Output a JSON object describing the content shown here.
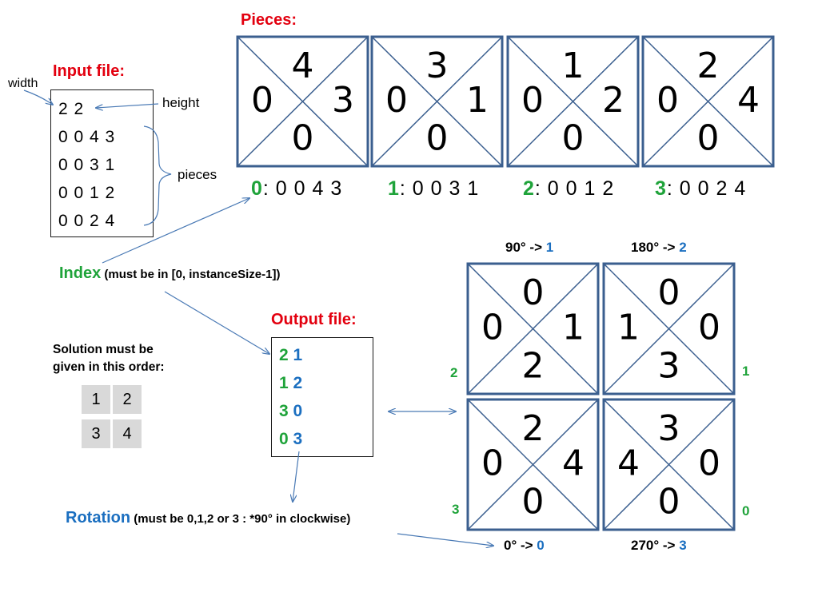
{
  "input_file": {
    "title": "Input file:",
    "lines": [
      "2 2",
      "0 0 4 3",
      "0 0 3 1",
      "0 0 1 2",
      "0 0 2 4"
    ],
    "width_label": "width",
    "height_label": "height",
    "pieces_label": "pieces"
  },
  "pieces": {
    "title": "Pieces:",
    "items": [
      {
        "top": "4",
        "left": "0",
        "right": "3",
        "bottom": "0",
        "index": "0",
        "values": ": 0 0 4 3"
      },
      {
        "top": "3",
        "left": "0",
        "right": "1",
        "bottom": "0",
        "index": "1",
        "values": ": 0 0 3 1"
      },
      {
        "top": "1",
        "left": "0",
        "right": "2",
        "bottom": "0",
        "index": "2",
        "values": ": 0 0 1 2"
      },
      {
        "top": "2",
        "left": "0",
        "right": "4",
        "bottom": "0",
        "index": "3",
        "values": ": 0 0 2 4"
      }
    ]
  },
  "index_note": {
    "label": "Index",
    "text": " (must be in [0, instanceSize-1])"
  },
  "solution_order": {
    "line1": "Solution must be",
    "line2": "given in this order:",
    "cells": [
      "1",
      "2",
      "3",
      "4"
    ]
  },
  "output_file": {
    "title": "Output file:",
    "rows": [
      {
        "index": "2",
        "rotation": "1"
      },
      {
        "index": "1",
        "rotation": "2"
      },
      {
        "index": "3",
        "rotation": "0"
      },
      {
        "index": "0",
        "rotation": "3"
      }
    ]
  },
  "rotation_note": {
    "label": "Rotation",
    "text": " (must be 0,1,2 or 3 : *90°  in clockwise)"
  },
  "solution_grid": [
    {
      "top": "0",
      "left": "0",
      "right": "1",
      "bottom": "2",
      "caption": "90° -> ",
      "caption_value": "1",
      "side": "2"
    },
    {
      "top": "0",
      "left": "1",
      "right": "0",
      "bottom": "3",
      "caption": "180° -> ",
      "caption_value": "2",
      "side": "1"
    },
    {
      "top": "2",
      "left": "0",
      "right": "4",
      "bottom": "0",
      "caption": "0° -> ",
      "caption_value": "0",
      "side": "3"
    },
    {
      "top": "3",
      "left": "4",
      "right": "0",
      "bottom": "0",
      "caption": "270° -> ",
      "caption_value": "3",
      "side": "0"
    }
  ],
  "colors": {
    "red": "#e3000f",
    "green": "#1fa33a",
    "blue": "#1b6fc0",
    "tile_border": "#3b5f8f",
    "arrow": "#4a7ab5"
  }
}
